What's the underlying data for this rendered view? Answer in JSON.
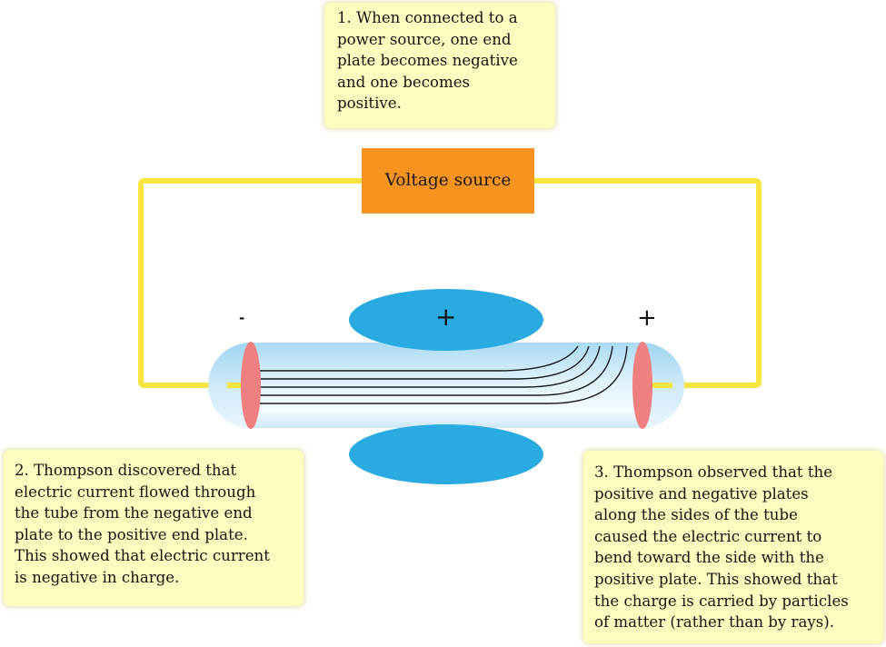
{
  "notes": {
    "power": "1. When connected to a\npower source, one end\nplate becomes negative\nand one becomes\npositive.",
    "current": "2. Thompson discovered that\nelectric current flowed through\nthe tube from the negative end\nplate to the positive end plate.\nThis showed that electric current\nis negative in charge.",
    "bending": "3. Thompson observed that the\npositive and negative plates\nalong the sides of the tube\ncaused the electric current to\nbend toward the side with the\npositive plate. This showed that\nthe charge is carried by particles\nof matter (rather than by rays)."
  },
  "voltage_source": {
    "label": "Voltage source"
  },
  "signs": {
    "top_plate": "+",
    "cathode": "-",
    "anode": "+"
  },
  "colors": {
    "wire": "#f8e43e",
    "source_box": "#f7931e",
    "deflection_plate": "#29abe2",
    "end_plate": "#f07f7f",
    "tube": "#c6e8f7",
    "note_background": "#fdfbbe"
  }
}
